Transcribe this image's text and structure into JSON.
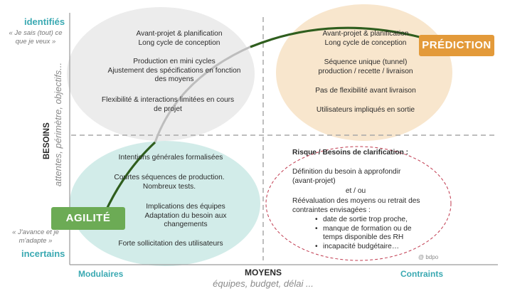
{
  "left_axis": {
    "top_label": "identifiés",
    "top_quote": "« Je sais (tout) ce que je veux »",
    "bottom_quote": "« J'avance et je m'adapte »",
    "bottom_label": "incertains",
    "title": "BESOINS",
    "subtitle": "attentes, périmètre, objectifs..."
  },
  "bottom_axis": {
    "left_label": "Modulaires",
    "title": "MOYENS",
    "subtitle": "équipes, budget, délai ...",
    "right_label": "Contraints"
  },
  "credit": "@ bdpo",
  "quadrant_top_left": [
    "Avant-projet & planification\nLong cycle de conception",
    "Production en mini cycles\nAjustement des spécifications en fonction des moyens",
    "Flexibilité & interactions limitées en cours de projet"
  ],
  "quadrant_top_right": [
    "Avant-projet & planification\nLong cycle de conception",
    "Séquence unique (tunnel)\nproduction / recette / livraison",
    "Pas de flexibilité avant livraison",
    "Utilisateurs impliqués en sortie"
  ],
  "quadrant_bottom_left": [
    "Intentions générales formalisées",
    "Courtes séquences de production.\nNombreux tests.",
    "Implications des équipes\nAdaptation du besoin aux changements",
    "Forte sollicitation des utilisateurs"
  ],
  "quadrant_bottom_right": {
    "title": "Risque / Besoins de clarification :",
    "line1": "Définition du besoin à approfondir (avant-projet)",
    "connector": "et / ou",
    "line2": "Réévaluation des moyens ou retrait des contraintes envisagées :",
    "bullets": [
      "date de sortie trop proche,",
      "manque de formation ou de temps disponible des RH",
      "incapacité budgétaire…"
    ]
  },
  "labels": {
    "agility": "AGILITÉ",
    "prediction": "PRÉDICTION"
  },
  "colors": {
    "agility_box": "#6cab55",
    "prediction_box": "#e39a3a",
    "teal_text": "#3aa9b2",
    "green_curve": "#2f5e1e",
    "ellipse_gray": "#ececec",
    "ellipse_teal": "#d2ece9",
    "ellipse_orange": "#f8e6cd",
    "ellipse_dashed": "#c0394e"
  }
}
